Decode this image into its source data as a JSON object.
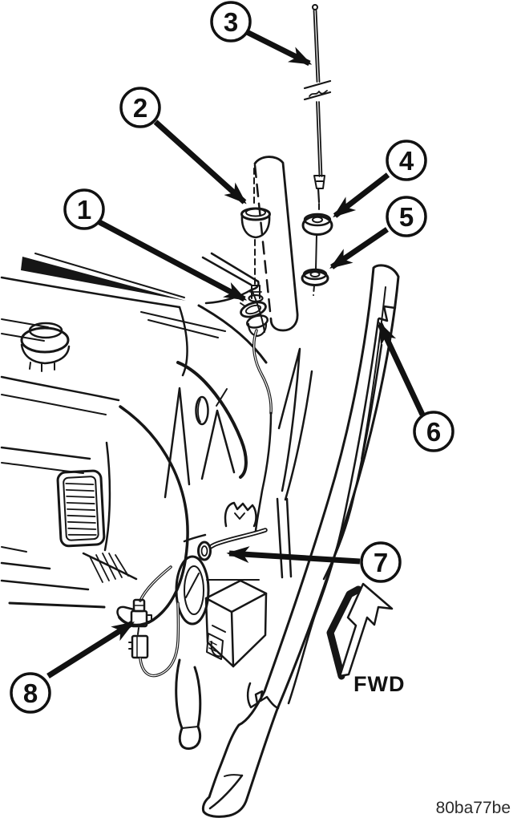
{
  "figure": {
    "code": "80ba77be",
    "direction_label": "FWD",
    "ink_color": "#161616",
    "background_color": "#ffffff",
    "callouts": [
      {
        "label": "1"
      },
      {
        "label": "2"
      },
      {
        "label": "3"
      },
      {
        "label": "4"
      },
      {
        "label": "5"
      },
      {
        "label": "6"
      },
      {
        "label": "7"
      },
      {
        "label": "8"
      }
    ]
  }
}
